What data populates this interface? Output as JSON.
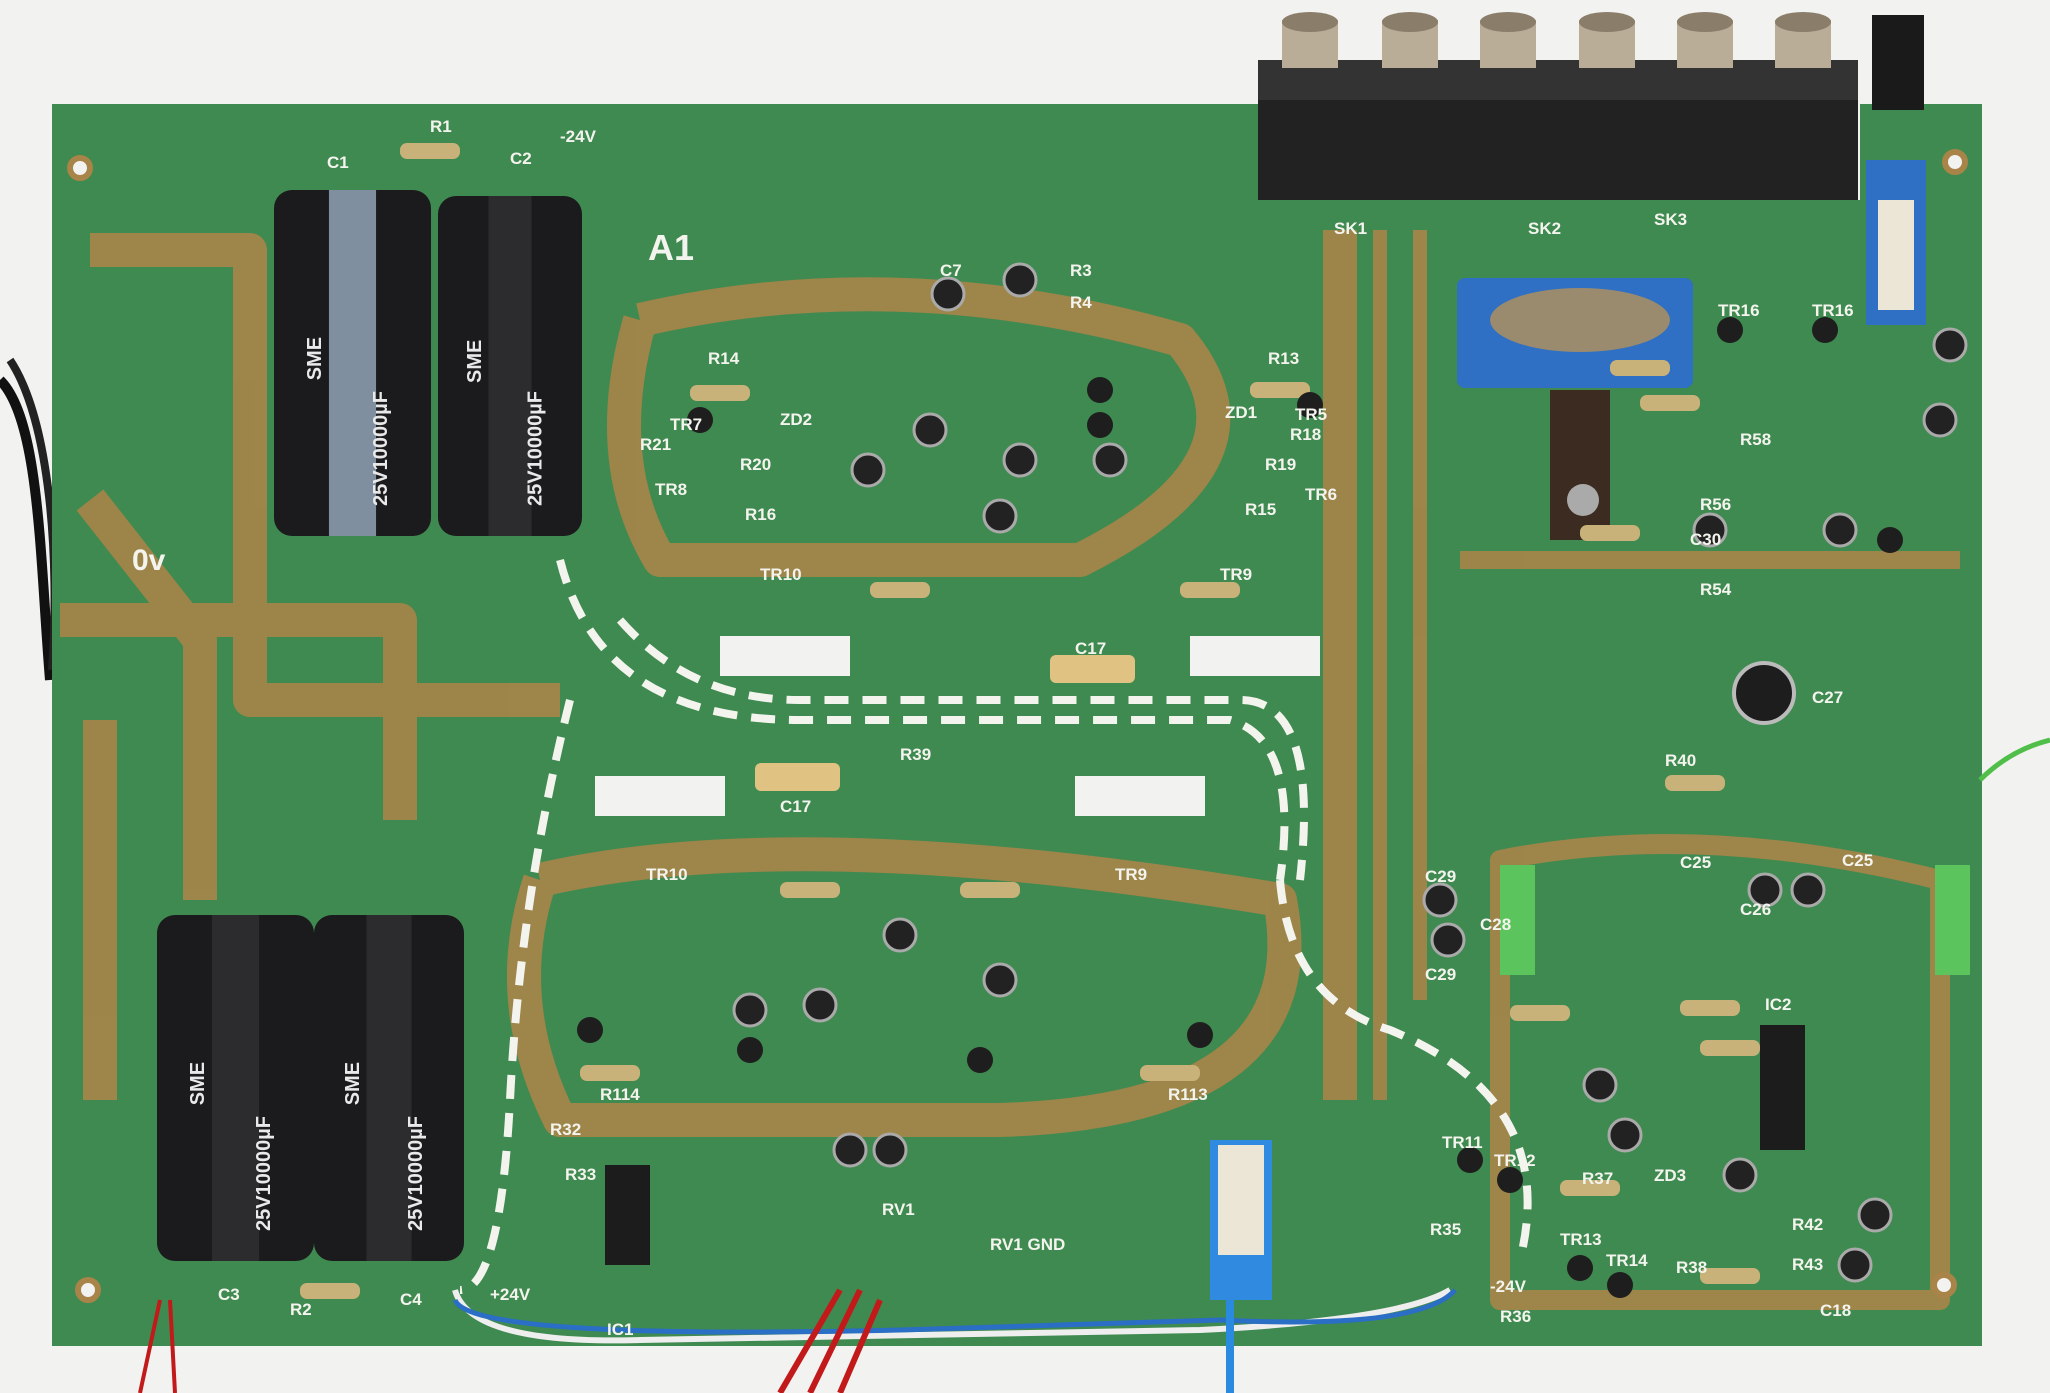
{
  "board": {
    "board_id": "A1",
    "colors": {
      "board": "#3f8a50",
      "trace": "#a88448",
      "silk": "#f4f4ee",
      "cap": "#1b1b1d",
      "pot": "#2f6fc4",
      "background": "#f2f2f0"
    },
    "connectors": [
      "SK1",
      "SK2",
      "SK3"
    ],
    "power_labels": {
      "ground": "0v",
      "neg_top": "-24V",
      "pos_bottom": "+24V",
      "neg_bottom": "-24V",
      "rv1": "RV1",
      "rv1_gnd": "RV1 GND"
    },
    "ics": [
      "IC1",
      "IC2"
    ],
    "cap_text": [
      "25V10000µF",
      "SME"
    ],
    "labels": [
      "R1",
      "C1",
      "C2",
      "C17",
      "C17",
      "R39",
      "R40",
      "C27",
      "R14",
      "R13",
      "TR10",
      "TR9",
      "TR10",
      "TR9",
      "R114",
      "R113",
      "C25",
      "C25",
      "C29",
      "C29",
      "C18",
      "TR16",
      "TR16",
      "TR13",
      "TR14",
      "R38",
      "TR11",
      "TR12",
      "R37",
      "ZD3",
      "C3",
      "C4",
      "R2",
      "C7",
      "R3",
      "R4",
      "TR7",
      "ZD2",
      "TR8",
      "R21",
      "R20",
      "R16",
      "TR5",
      "ZD1",
      "R18",
      "R19",
      "R15",
      "TR6",
      "R32",
      "R33",
      "R58",
      "R56",
      "C30",
      "R54",
      "C26",
      "C28",
      "R42",
      "R43",
      "R36",
      "R35"
    ]
  }
}
